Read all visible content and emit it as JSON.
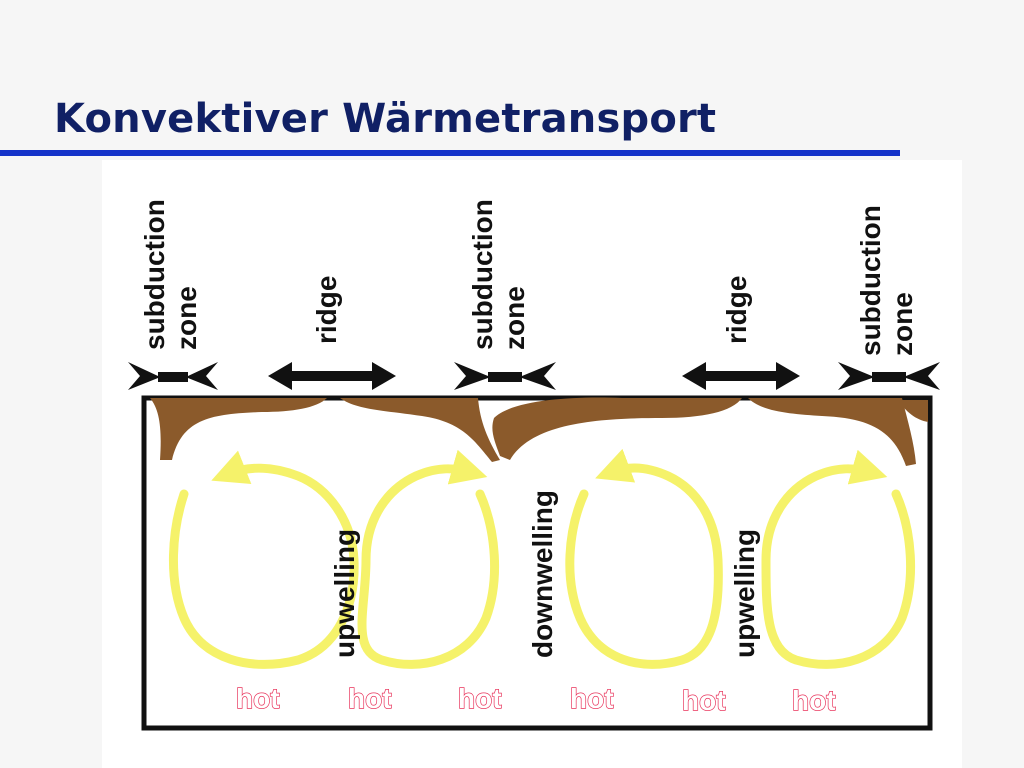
{
  "slide": {
    "title": "Konvektiver Wärmetransport"
  },
  "diagram": {
    "top_labels": {
      "subduction_left": [
        "subduction",
        "zone"
      ],
      "ridge_left": "ridge",
      "subduction_middle": [
        "subduction",
        "zone"
      ],
      "ridge_right": "ridge",
      "subduction_right": [
        "subduction",
        "zone"
      ]
    },
    "flow_labels": {
      "upwelling_left": "upwelling",
      "downwelling": "downwelling",
      "upwelling_right": "upwelling"
    },
    "hot_labels": [
      "hot",
      "hot",
      "hot",
      "hot",
      "hot",
      "hot"
    ],
    "colors": {
      "plate": "#8b5a2b",
      "arrow": "#f5f26a",
      "hot": "#e8325a",
      "box": "#111111",
      "title": "#102065",
      "rule": "#1534c9"
    }
  }
}
